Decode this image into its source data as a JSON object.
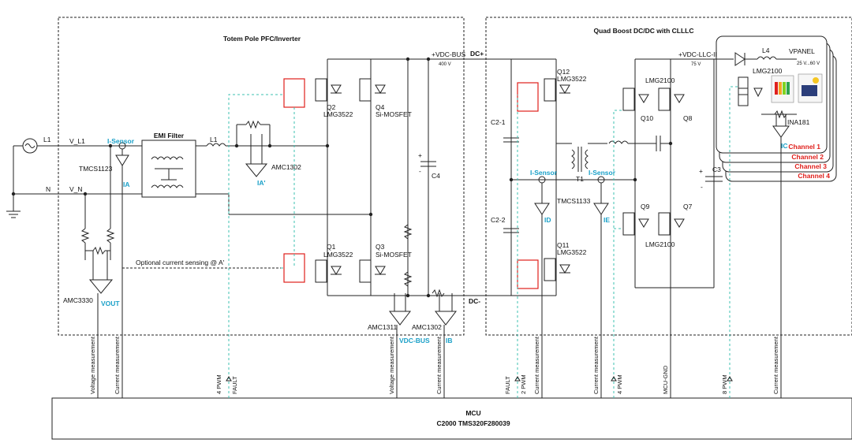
{
  "sections": {
    "pfc_title": "Totem Pole PFC/Inverter",
    "dcdc_title": "Quad Boost DC/DC with CLLLC"
  },
  "mcu": {
    "line1": "MCU",
    "line2": "C2000 TMS320F280039"
  },
  "nodes": {
    "l1_source": "L1",
    "v_l1": "V_L1",
    "n": "N",
    "v_n": "V_N",
    "l1_inductor": "L1",
    "emi_filter": "EMI Filter",
    "dc_plus": "DC+",
    "dc_minus": "DC-",
    "vdc_bus": "+VDC-BUS",
    "vdc_bus_value": "400 V",
    "vdc_llc": "+VDC-LLC-IN",
    "vdc_llc_value": "75 V",
    "l4": "L4",
    "vpanel": "VPANEL",
    "vpanel_range": "25 V...60 V",
    "c4": "C4",
    "c3": "C3",
    "c2_1": "C2-1",
    "c2_2": "C2-2",
    "t1": "T1",
    "optional_sensing": "Optional current sensing @ A'",
    "plus": "+",
    "minus": "-"
  },
  "components": {
    "q1": "Q1",
    "q1_part": "LMG3522",
    "q2": "Q2",
    "q2_part": "LMG3522",
    "q3": "Q3",
    "q3_part": "Si-MOSFET",
    "q4": "Q4",
    "q4_part": "Si-MOSFET",
    "q7": "Q7",
    "q8": "Q8",
    "q9": "Q9",
    "q10": "Q10",
    "q11": "Q11",
    "q11_part": "LMG3522",
    "q12": "Q12",
    "q12_part": "LMG3522",
    "lmg2100_top": "LMG2100",
    "lmg2100_bottom": "LMG2100",
    "lmg2100_panel": "LMG2100",
    "tmcs1123": "TMCS1123",
    "tmcs1133": "TMCS1133",
    "amc1302_a": "AMC1302",
    "amc1302_b": "AMC1302",
    "amc1311": "AMC1311",
    "amc3330": "AMC3330",
    "ina181": "INA181"
  },
  "sensors": {
    "isensor_1": "I-Sensor",
    "isensor_2": "I-Sensor",
    "isensor_3": "I-Sensor",
    "ia": "IA",
    "iap": "IA'",
    "vout": "VOUT",
    "vdcbus": "VDC-BUS",
    "ib": "IB",
    "id": "ID",
    "ie": "IE",
    "ic": "IC"
  },
  "channels": [
    "Channel 1",
    "Channel 2",
    "Channel 3",
    "Channel 4"
  ],
  "signals": {
    "voltage_measurement": "Voltage measurement",
    "current_measurement": "Current measurement",
    "pwm4": "4 PWM",
    "fault": "FAULT",
    "pwm2": "2 PWM",
    "mcu_gnd": "MCU-GND",
    "pwm8": "8 PWM"
  },
  "colors": {
    "sensor_blue": "#1aa0c8",
    "channel_red": "#e0201c",
    "signal_dash": "#3cc0b0"
  }
}
